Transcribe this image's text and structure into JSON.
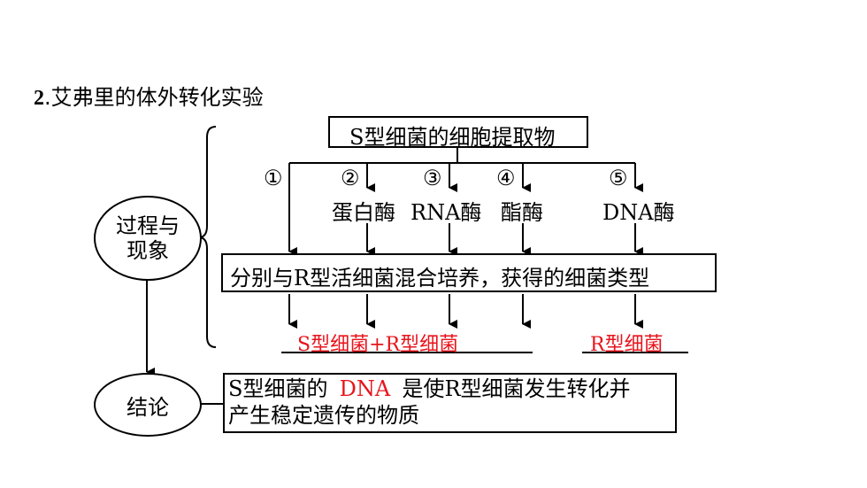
{
  "title": {
    "number": "2",
    "text": ".艾弗里的体外转化实验"
  },
  "top_box": "S型细菌的细胞提取物",
  "branches": [
    {
      "num": "①",
      "enzyme": ""
    },
    {
      "num": "②",
      "enzyme": "蛋白酶"
    },
    {
      "num": "③",
      "enzyme": "RNA酶"
    },
    {
      "num": "④",
      "enzyme": "酯酶"
    },
    {
      "num": "⑤",
      "enzyme": "DNA酶"
    }
  ],
  "process_label": "过程与\n现象",
  "middle_box": "分别与R型活细菌混合培养，获得的细菌类型",
  "results": {
    "left": "S型细菌+R型细菌",
    "right": "R型细菌"
  },
  "conclusion_label": "结论",
  "conclusion": {
    "prefix": "S型细菌的",
    "blank": "DNA",
    "line1_suffix": "是使R型细菌发生转化并",
    "line2": "产生稳定遗传的物质"
  },
  "colors": {
    "answer": "#e8141c",
    "line": "#000000"
  }
}
